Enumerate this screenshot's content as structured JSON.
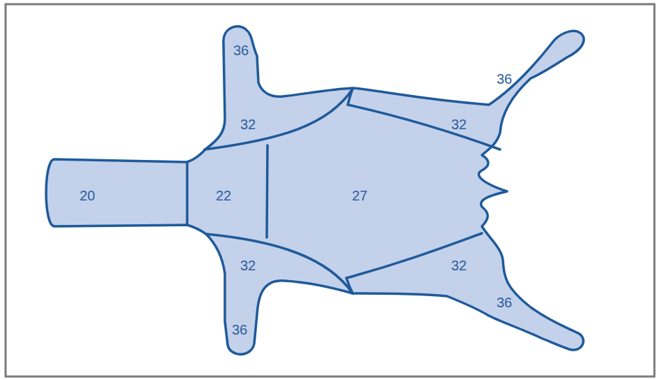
{
  "diagram": {
    "labels": [
      "36",
      "36",
      "32",
      "32",
      "20",
      "22",
      "27",
      "32",
      "32",
      "36",
      "36"
    ]
  }
}
